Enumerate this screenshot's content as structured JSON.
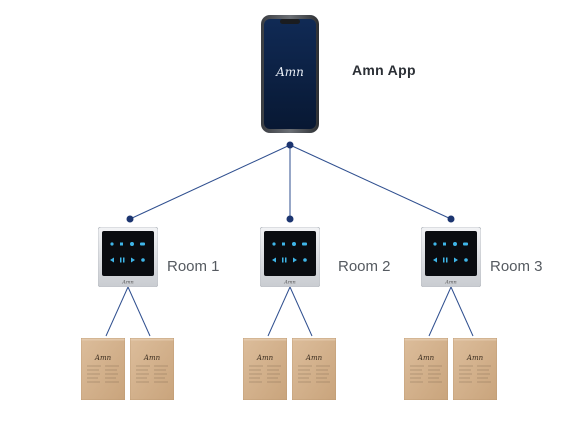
{
  "app": {
    "label": "Amn App",
    "screen_logo": "Amn"
  },
  "panel_logo": "Amn",
  "rooms": [
    {
      "label": "Room 1"
    },
    {
      "label": "Room 2"
    },
    {
      "label": "Room 3"
    }
  ],
  "speaker_logo": "Amn",
  "colors": {
    "line": "#2f4f8f",
    "node": "#1c3570",
    "phone_screen": "#0c2145",
    "speaker": "#d3b08b",
    "panel_glow": "#3fb6e8"
  },
  "icons": [
    "phone-icon",
    "control-panel-icon",
    "speaker-icon"
  ]
}
